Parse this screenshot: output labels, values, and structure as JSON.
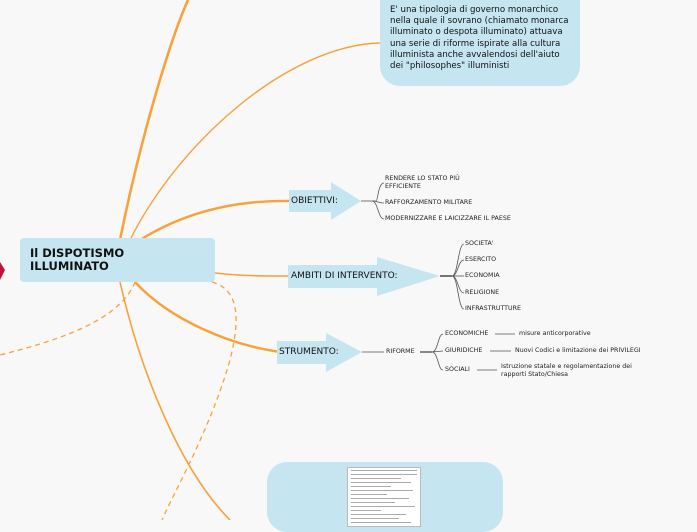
{
  "central": {
    "title": "Il DISPOTISMO ILLUMINATO"
  },
  "definition": {
    "text": "E' una tipologia di governo monarchico nella quale il sovrano (chiamato monarca illuminato o despota illuminato) attuava una serie di riforme ispirate alla cultura illuminista anche avvalendosi dell'aiuto dei \"philosophes\" illuministi"
  },
  "obiettivi": {
    "label": "OBIETTIVI:",
    "items": [
      "RENDERE LO STATO PIÙ EFFICIENTE",
      "RAFFORZAMENTO MILITARE",
      "MODERNIZZARE E LAICIZZARE IL PAESE"
    ]
  },
  "ambiti": {
    "label": "AMBITI DI INTERVENTO:",
    "items": [
      "SOCIETA'",
      "ESERCITO",
      "ECONOMIA",
      "RELIGIONE",
      "INFRASTRUTTURE"
    ]
  },
  "strumento": {
    "label": "STRUMENTO:",
    "child": "RIFORME",
    "items": [
      {
        "name": "ECONOMICHE",
        "detail": "misure anticorporative"
      },
      {
        "name": "GIURIDICHE",
        "detail": "Nuovi Codici e limitazione dei PRIVILEGI"
      },
      {
        "name": "SOCIALI",
        "detail": "Istruzione statale e regolamentazione dei rapporti Stato/Chiesa"
      }
    ]
  },
  "colors": {
    "branch": "#f7a23a",
    "node_fill": "#c5e5f0",
    "leaf_line": "#555555",
    "accent_red": "#c0113a"
  }
}
